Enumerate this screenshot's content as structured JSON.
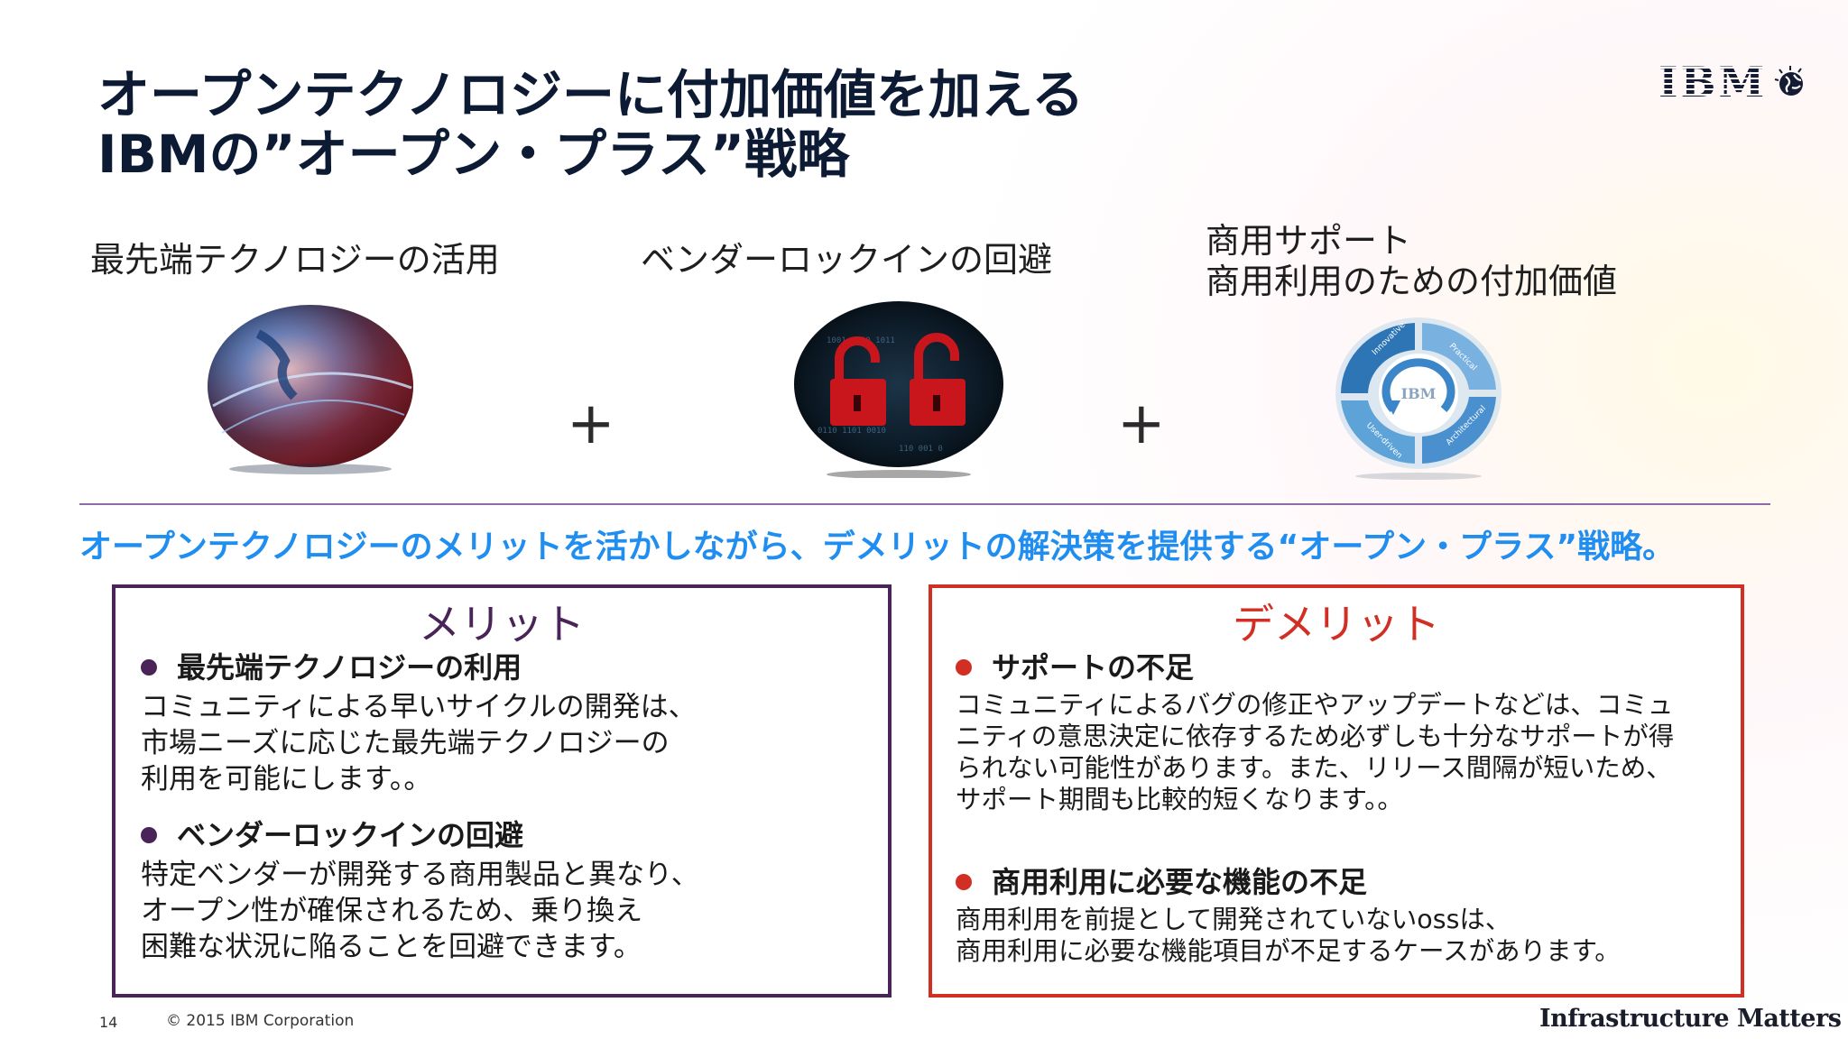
{
  "slide": {
    "title": "オープンテクノロジーに付加価値を加える\nIBMの”オープン・プラス”戦略",
    "logo_text": "IBM",
    "logo_icon": "globe-icon"
  },
  "pillars": [
    {
      "label": "最先端テクノロジーの活用",
      "image": "globe-technology-image"
    },
    {
      "label": "ベンダーロックインの回避",
      "image": "unlocked-padlocks-image"
    },
    {
      "label_line1": "商用サポート",
      "label_line2": "商用利用のための付加価値",
      "image": "ibm-cycle-diagram-image",
      "diagram_words": [
        "Innovative",
        "Practical",
        "Architectural",
        "User-driven"
      ],
      "diagram_center": "IBM"
    }
  ],
  "plus_sign": "+",
  "summary": "オープンテクノロジーのメリットを活かしながら、デメリットの解決策を提供する“オープン・プラス”戦略。",
  "merits": {
    "title": "メリット",
    "items": [
      {
        "heading": "最先端テクノロジーの利用",
        "body": "コミュニティによる早いサイクルの開発は、\n市場ニーズに応じた最先端テクノロジーの\n利用を可能にします。。"
      },
      {
        "heading": "ベンダーロックインの回避",
        "body": "特定ベンダーが開発する商用製品と異なり、\nオープン性が確保されるため、乗り換え\n困難な状況に陥ることを回避できます。"
      }
    ]
  },
  "demerits": {
    "title": "デメリット",
    "items": [
      {
        "heading": "サポートの不足",
        "body": "コミュニティによるバグの修正やアップデートなどは、コミュ\nニティの意思決定に依存するため必ずしも十分なサポートが得\nられない可能性があります。また、リリース間隔が短いため、\nサポート期間も比較的短くなります。。"
      },
      {
        "heading": "商用利用に必要な機能の不足",
        "body": "商用利用を前提として開発されていないossは、\n商用利用に必要な機能項目が不足するケースがあります。"
      }
    ]
  },
  "footer": {
    "page_number": "14",
    "copyright": "© 2015 IBM Corporation",
    "tagline": "Infrastructure Matters"
  },
  "colors": {
    "title": "#0c1a33",
    "summary": "#1f8ef0",
    "merit_accent": "#4a2458",
    "demerit_accent": "#d22f24",
    "divider": "#8f6aa8"
  }
}
